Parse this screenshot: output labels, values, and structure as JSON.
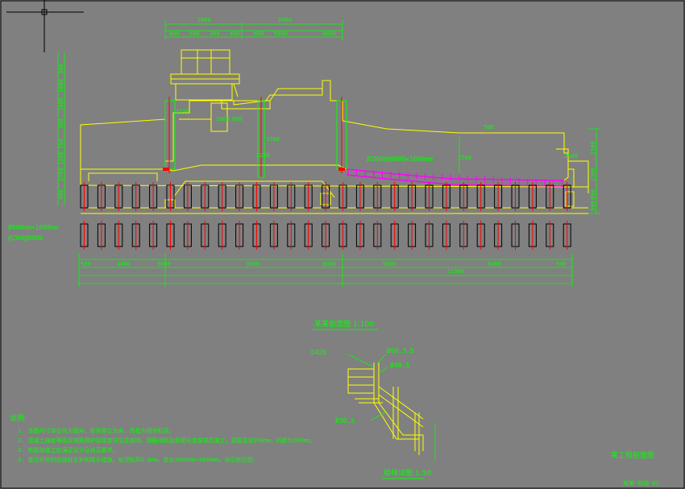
{
  "dims": {
    "top": [
      "2000",
      "2000",
      "400",
      "600",
      "300",
      "400",
      "600",
      "5000",
      "8090"
    ],
    "left": [
      "300",
      "1000",
      "1000",
      "300",
      "350",
      "1200",
      "2700",
      "400"
    ],
    "mid": [
      "2200",
      "2100",
      "3700",
      "1500",
      "500",
      "2500",
      "1000",
      "600"
    ],
    "bottom_segments": [
      "500",
      "4400",
      "5000",
      "3300",
      "8000",
      "5000",
      "5400",
      "500"
    ],
    "bottom_span": "11500",
    "right": [
      "2500",
      "1300",
      "800",
      "800"
    ],
    "pipe": "Ø600mm×1000mm",
    "spacing": "@200@8000"
  },
  "labels": {
    "main_pipe": "Ø2000@8000×1000mm",
    "stair_note_1": "D420",
    "stair_note_2": "Ø60.3.5",
    "stair_note_3": "Ø48.5",
    "stair_note_4": "Ø30.5"
  },
  "titles": {
    "section": "某某剖面图 1:100",
    "stair": "楼梯详图 1:50",
    "drawing": "某工程剖面图",
    "drawing_no": "某某-结施-01"
  },
  "notes": {
    "header": "说明:",
    "items": [
      "1. 本图尺寸单位均为毫米，标高单位为米，高程为相对标高。",
      "2. 混凝土强度等级及钢筋保护层厚度详见总说明，钢筋间距及搭接长度按规范施工，钢筋直径200mm，间距为200mm。",
      "3. 桩基础施工应满足设计及规范要求。",
      "4. 基坑开挖时应做好支护和降水措施，桩顶标高0.0mm，桩长2000mm×1000mm，详见桩位图。"
    ]
  }
}
